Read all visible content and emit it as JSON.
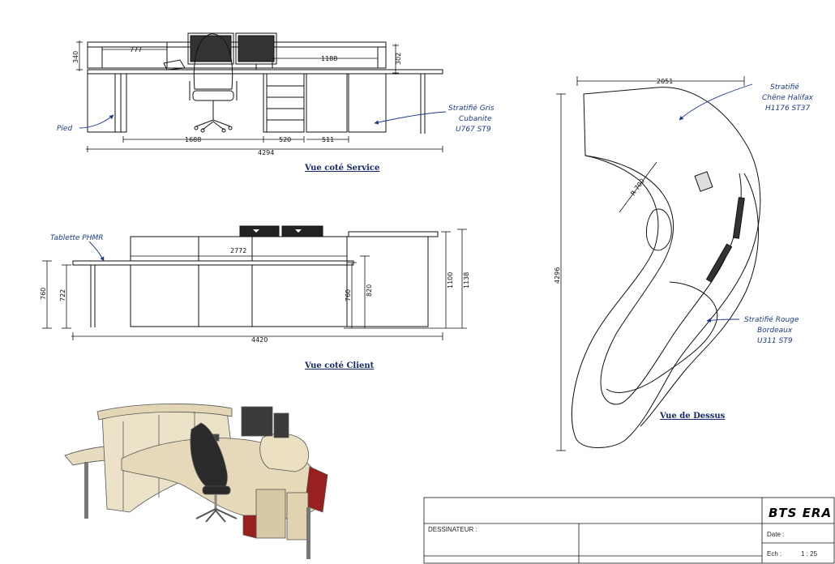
{
  "views": {
    "service": {
      "title": "Vue coté Service",
      "dims": {
        "d777": "777",
        "d1188": "1188",
        "d340": "340",
        "d302": "302",
        "d1688": "1688",
        "d520": "520",
        "d511": "511",
        "d4294": "4294"
      },
      "notes": {
        "pied": "Pied",
        "gris": [
          "Stratifié Gris",
          "Cubanite",
          "U767 ST9"
        ]
      }
    },
    "client": {
      "title": "Vue coté Client",
      "dims": {
        "d2772": "2772",
        "d760a": "760",
        "d722": "722",
        "d760b": "760",
        "d820": "820",
        "d1100": "1100",
        "d1138": "1138",
        "d4420": "4420"
      },
      "notes": {
        "tablette": "Tablette PHMR"
      }
    },
    "top": {
      "title": "Vue de Dessus",
      "dims": {
        "d2051": "2051",
        "r700": "R 700",
        "d4296": "4296"
      },
      "notes": {
        "chene": [
          "Stratifié",
          "Chêne Halifax",
          "H1176 ST37"
        ],
        "rouge": [
          "Stratifié Rouge",
          "Bordeaux",
          "U311 ST9"
        ]
      }
    }
  },
  "title_block": {
    "brand": "BTS ERA",
    "designer_label": "DESSINATEUR :",
    "date_label": "Date :",
    "scale_label": "Ech :",
    "scale_value": "1 : 25"
  },
  "colors": {
    "line": "#111111",
    "note_ink": "#1a3a8a",
    "wood": "#e8dcc0",
    "bordeaux": "#9a1f1f",
    "chair": "#2a2a2a",
    "metal": "#777777"
  }
}
